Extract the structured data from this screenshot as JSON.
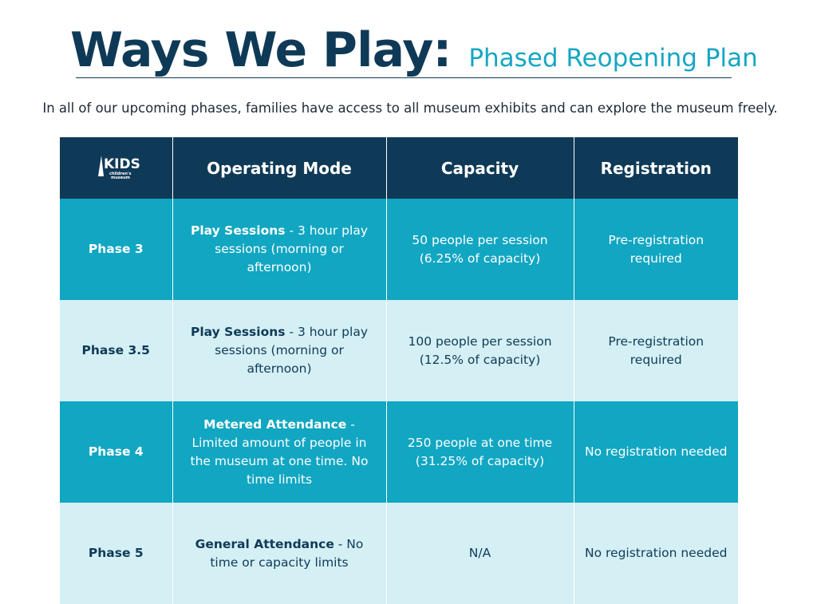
{
  "header": {
    "title": "Ways We Play:",
    "subtitle": "Phased Reopening Plan"
  },
  "intro": "In all of our upcoming phases, families have access to all museum exhibits and can explore the museum freely.",
  "table": {
    "logo": {
      "icon": "kids-museum-logo-icon",
      "text": "KIDS",
      "small_text": "children's museum"
    },
    "columns": [
      "Operating Mode",
      "Capacity",
      "Registration"
    ],
    "rows": [
      {
        "phase": "Phase 3",
        "mode_bold": "Play Sessions",
        "mode_rest": " - 3 hour play sessions (morning or afternoon)",
        "capacity": "50 people per session (6.25% of capacity)",
        "registration": "Pre-registration required"
      },
      {
        "phase": "Phase 3.5",
        "mode_bold": "Play Sessions",
        "mode_rest": " - 3 hour play sessions (morning or afternoon)",
        "capacity": "100 people per session (12.5% of capacity)",
        "registration": "Pre-registration required"
      },
      {
        "phase": "Phase 4",
        "mode_bold": "Metered Attendance",
        "mode_rest": " - Limited amount of people in the museum at one time. No time limits",
        "capacity": "250 people at one time (31.25% of capacity)",
        "registration": "No registration needed"
      },
      {
        "phase": "Phase 5",
        "mode_bold": "General Attendance",
        "mode_rest": " - No time or capacity limits",
        "capacity": "N/A",
        "registration": "No registration needed"
      }
    ]
  },
  "colors": {
    "navy": "#0f3a57",
    "teal": "#11a6c2",
    "light_teal": "#d4f0f5",
    "subtitle_teal": "#15a6c3"
  }
}
